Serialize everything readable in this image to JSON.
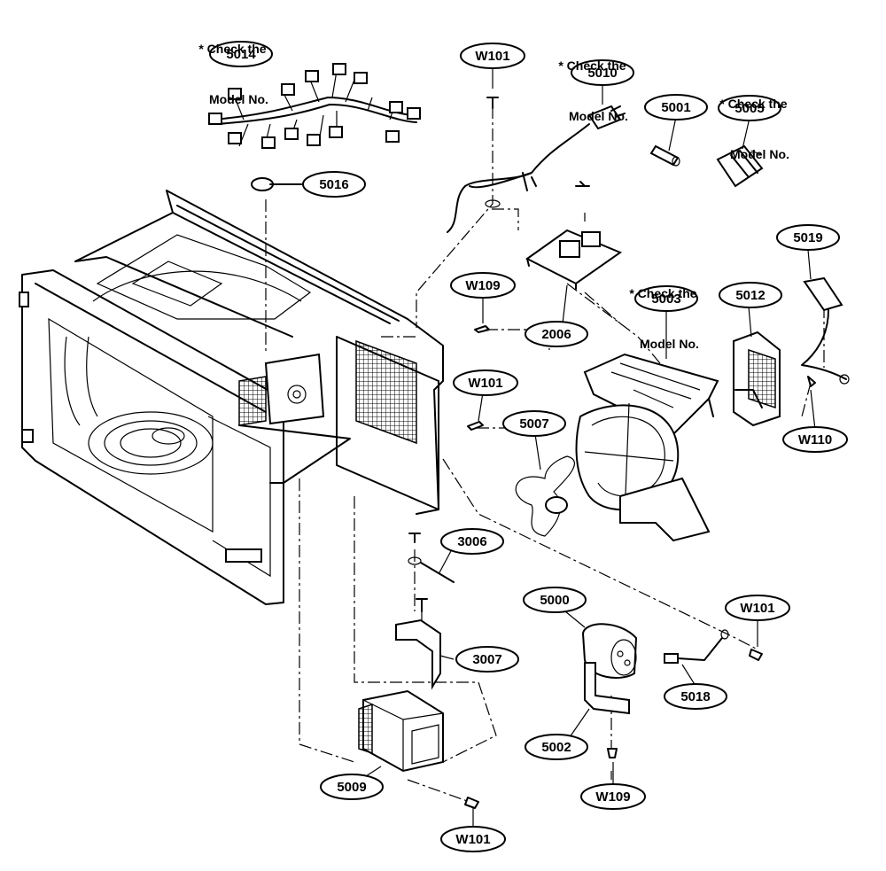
{
  "notes": {
    "note_5014": [
      "* Check the",
      "Model No."
    ],
    "note_5010": [
      "* Check the",
      "Model No."
    ],
    "note_5005": [
      "* Check the",
      "Model No."
    ],
    "note_5003": [
      "* Check the",
      "Model No."
    ]
  },
  "labels": {
    "p5014": "5014",
    "p5016": "5016",
    "w101_top": "W101",
    "p5010": "5010",
    "p5001": "5001",
    "p5005": "5005",
    "p5019": "5019",
    "w109_top": "W109",
    "p2006": "2006",
    "p5003": "5003",
    "p5012": "5012",
    "w101_mid": "W101",
    "p5007": "5007",
    "w110": "W110",
    "p3006": "3006",
    "p5000": "5000",
    "w101_right": "W101",
    "p3007": "3007",
    "p5018": "5018",
    "p5002": "5002",
    "p5009": "5009",
    "w109_bottom": "W109",
    "w101_bottom": "W101"
  }
}
